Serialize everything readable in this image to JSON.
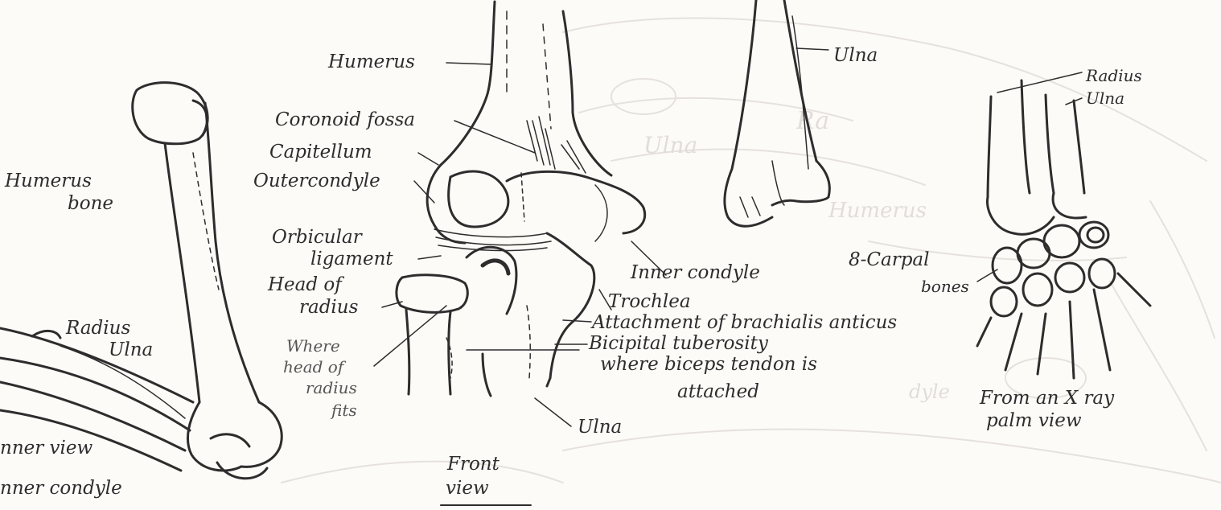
{
  "colors": {
    "ink": "#2e2c2c",
    "paper": "#fdfbf8",
    "faded": "#e2ddd8"
  },
  "left_view": {
    "humerus_bone": [
      "Humerus",
      "bone"
    ],
    "radius": "Radius",
    "ulna": "Ulna",
    "inner_view": "nner view",
    "inner_condyle": "nner condyle"
  },
  "front_view": {
    "humerus": "Humerus",
    "coronoid_fossa": "Coronoid fossa",
    "capitellum": "Capitellum",
    "outer_condyle": "Outercondyle",
    "orbicular_ligament": [
      "Orbicular",
      "ligament"
    ],
    "head_of_radius": [
      "Head of",
      "radius"
    ],
    "where_head_fits": [
      "Where",
      "head of",
      "radius",
      "fits"
    ],
    "inner_condyle": "Inner condyle",
    "trochlea": "Trochlea",
    "brachialis": "Attachment of brachialis anticus",
    "bicipital": [
      "Bicipital tuberosity",
      "where biceps tendon is",
      "attached"
    ],
    "ulna": "Ulna",
    "caption": [
      "Front",
      "view"
    ]
  },
  "forearm_view": {
    "ulna": "Ulna"
  },
  "xray_view": {
    "radius": "Radius",
    "ulna": "Ulna",
    "carpal": [
      "8-Carpal",
      "bones"
    ],
    "caption": [
      "From an X ray",
      "palm view"
    ]
  }
}
